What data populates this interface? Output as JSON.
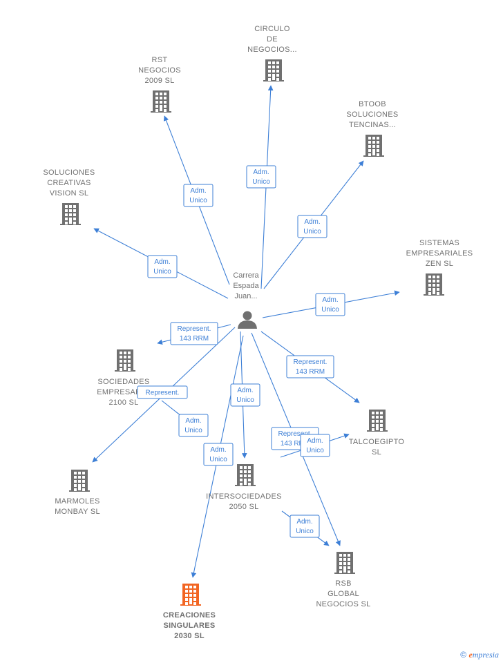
{
  "colors": {
    "edge": "#3d7fd6",
    "building": "#707070",
    "building_highlight": "#f26522",
    "person": "#707070"
  },
  "center": {
    "label": [
      "Carrera",
      "Espada",
      "Juan..."
    ],
    "icon": "person-icon"
  },
  "companies": [
    {
      "id": "circulo",
      "label": [
        "CIRCULO",
        "DE",
        "NEGOCIOS..."
      ],
      "highlight": false
    },
    {
      "id": "rst",
      "label": [
        "RST",
        "NEGOCIOS",
        "2009 SL"
      ],
      "highlight": false
    },
    {
      "id": "btoob",
      "label": [
        "BTOOB",
        "SOLUCIONES",
        "TENCINAS..."
      ],
      "highlight": false
    },
    {
      "id": "soluciones",
      "label": [
        "SOLUCIONES",
        "CREATIVAS",
        "VISION SL"
      ],
      "highlight": false
    },
    {
      "id": "sistemas",
      "label": [
        "SISTEMAS",
        "EMPRESARIALES",
        "ZEN SL"
      ],
      "highlight": false
    },
    {
      "id": "sociedades",
      "label": [
        "SOCIEDADES",
        "EMPRESARI...",
        "2100 SL"
      ],
      "highlight": false
    },
    {
      "id": "talcoegipto",
      "label": [
        "TALCOEGIPTO",
        "SL"
      ],
      "highlight": false
    },
    {
      "id": "marmoles",
      "label": [
        "MARMOLES",
        "MONBAY SL"
      ],
      "highlight": false
    },
    {
      "id": "intersociedades",
      "label": [
        "INTERSOCIEDADES",
        "2050 SL"
      ],
      "highlight": false
    },
    {
      "id": "rsb",
      "label": [
        "RSB",
        "GLOBAL",
        "NEGOCIOS SL"
      ],
      "highlight": false
    },
    {
      "id": "creaciones",
      "label": [
        "CREACIONES",
        "SINGULARES",
        "2030 SL"
      ],
      "highlight": true
    }
  ],
  "edges": [
    {
      "to": "circulo",
      "label": [
        "Adm.",
        "Unico"
      ]
    },
    {
      "to": "rst",
      "label": [
        "Adm.",
        "Unico"
      ]
    },
    {
      "to": "btoob",
      "label": [
        "Adm.",
        "Unico"
      ]
    },
    {
      "to": "soluciones",
      "label": [
        "Adm.",
        "Unico"
      ]
    },
    {
      "to": "sistemas",
      "label": [
        "Adm.",
        "Unico"
      ]
    },
    {
      "to": "sociedades",
      "label": [
        "Represent.",
        "143 RRM"
      ]
    },
    {
      "to": "talcoegipto",
      "label": [
        "Represent.",
        "143 RRM"
      ]
    },
    {
      "to": "marmoles",
      "label": [
        "Represent."
      ]
    },
    {
      "to": "intersociedades",
      "label": [
        "Adm.",
        "Unico"
      ]
    },
    {
      "to": "creaciones",
      "label": [
        "Adm.",
        "Unico"
      ]
    },
    {
      "to": "creaciones",
      "label": [
        "Adm.",
        "Unico"
      ]
    },
    {
      "to": "rsb",
      "label": [
        "Represent.",
        "143 RRM"
      ]
    },
    {
      "to": "talcoegipto",
      "label": [
        "Adm.",
        "Unico"
      ]
    },
    {
      "to": "rsb",
      "label": [
        "Adm.",
        "Unico"
      ]
    }
  ],
  "footer": {
    "copyright": "©",
    "brand_initial": "e",
    "brand_rest": "mpresia"
  }
}
